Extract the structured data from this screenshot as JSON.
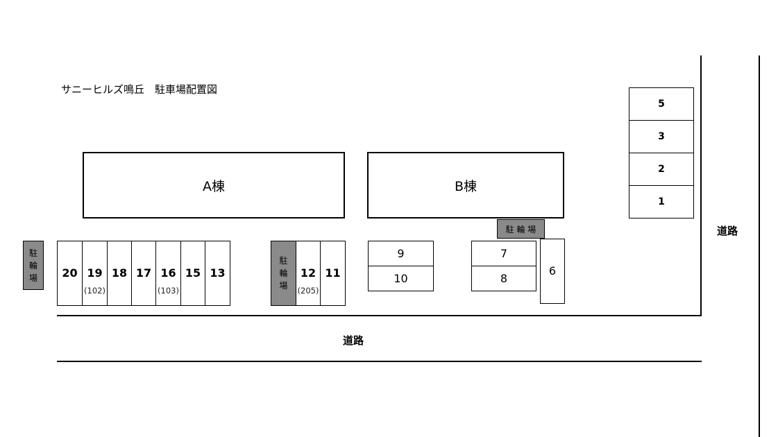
{
  "title": "サニーヒルズ鳴丘　駐車場配置図",
  "buildings": {
    "a": "A棟",
    "b": "B棟"
  },
  "bicycle_parking": {
    "left": [
      "駐",
      "輪",
      "場"
    ],
    "middle": [
      "駐",
      "輪",
      "場"
    ],
    "top": "駐 輪 場"
  },
  "roads": {
    "bottom": "道路",
    "right": "道路"
  },
  "row_left": [
    {
      "num": "20",
      "sub": ""
    },
    {
      "num": "19",
      "sub": "(102)"
    },
    {
      "num": "18",
      "sub": ""
    },
    {
      "num": "17",
      "sub": ""
    },
    {
      "num": "16",
      "sub": "(103)"
    },
    {
      "num": "15",
      "sub": ""
    },
    {
      "num": "13",
      "sub": ""
    }
  ],
  "row_middle": [
    {
      "num": "12",
      "sub": "(205)"
    },
    {
      "num": "11",
      "sub": ""
    }
  ],
  "pair_9_10": [
    "9",
    "10"
  ],
  "pair_7_8": [
    "7",
    "8"
  ],
  "slot_6": "6",
  "stack_right": [
    "5",
    "3",
    "2",
    "1"
  ]
}
